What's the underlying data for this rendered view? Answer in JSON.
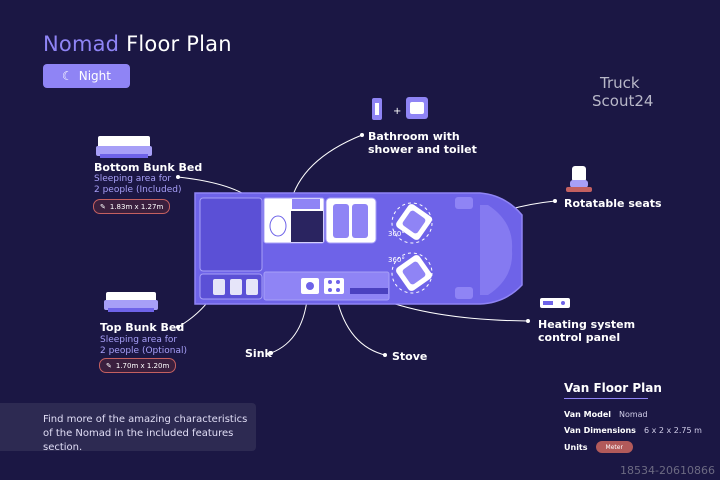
{
  "header": {
    "title_accent": "Nomad",
    "title_rest": "Floor Plan",
    "mode_label": "Night",
    "mode_icon": "moon-icon"
  },
  "logo": {
    "line1": "Truck",
    "line2": "Scout24"
  },
  "features": {
    "bottom_bunk": {
      "title": "Bottom Bunk Bed",
      "desc_line1": "Sleeping area for",
      "desc_line2": "2 people (Included)",
      "dimensions": "1.83m x 1.27m"
    },
    "top_bunk": {
      "title": "Top Bunk Bed",
      "desc_line1": "Sleeping area for",
      "desc_line2": "2 people (Optional)",
      "dimensions": "1.70m x 1.20m"
    },
    "bathroom": {
      "line1": "Bathroom with",
      "line2": "shower and toilet",
      "plus": "+"
    },
    "seats": {
      "title": "Rotatable seats",
      "rotation_1": "360°",
      "rotation_2": "360°"
    },
    "heating": {
      "line1": "Heating system",
      "line2": "control panel"
    },
    "sink": {
      "title": "Sink"
    },
    "stove": {
      "title": "Stove"
    }
  },
  "info": {
    "line1": "Find more of the amazing characteristics",
    "line2": "of the Nomad in the included features section."
  },
  "specs": {
    "title": "Van Floor Plan",
    "model_label": "Van Model",
    "model_value": "Nomad",
    "dims_label": "Van Dimensions",
    "dims_value": "6 x 2 x 2.75 m",
    "units_label": "Units",
    "units_value": "Meter"
  },
  "watermark": "18534-20610866",
  "colors": {
    "background": "#1b1744",
    "accent": "#8f84f5",
    "van_body": "#6e63e8",
    "badge_border": "#c46060"
  }
}
